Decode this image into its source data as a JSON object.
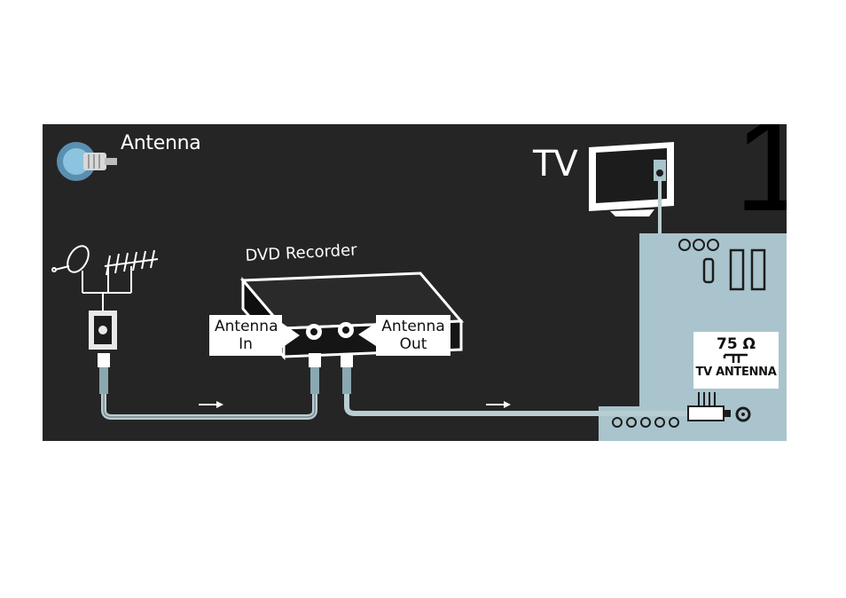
{
  "diagram": {
    "title": "Antenna",
    "tv_label": "TV",
    "step_number": "1",
    "dvd_label": "DVD Recorder",
    "antenna_in_line1": "Antenna",
    "antenna_in_line2": "In",
    "antenna_out_line1": "Antenna",
    "antenna_out_line2": "Out",
    "impedance": "75 Ω",
    "tv_antenna": "TV ANTENNA"
  },
  "colors": {
    "panel_bg": "#252525",
    "tv_panel": "#a9c4cc",
    "cable": "#b8cdd2",
    "label_bg": "#ffffff"
  },
  "icons": [
    "antenna-plug-icon",
    "satellite-dish-icon",
    "rooftop-antenna-icon",
    "wall-socket-icon",
    "tv-monitor-icon",
    "arrow-right-icon"
  ]
}
